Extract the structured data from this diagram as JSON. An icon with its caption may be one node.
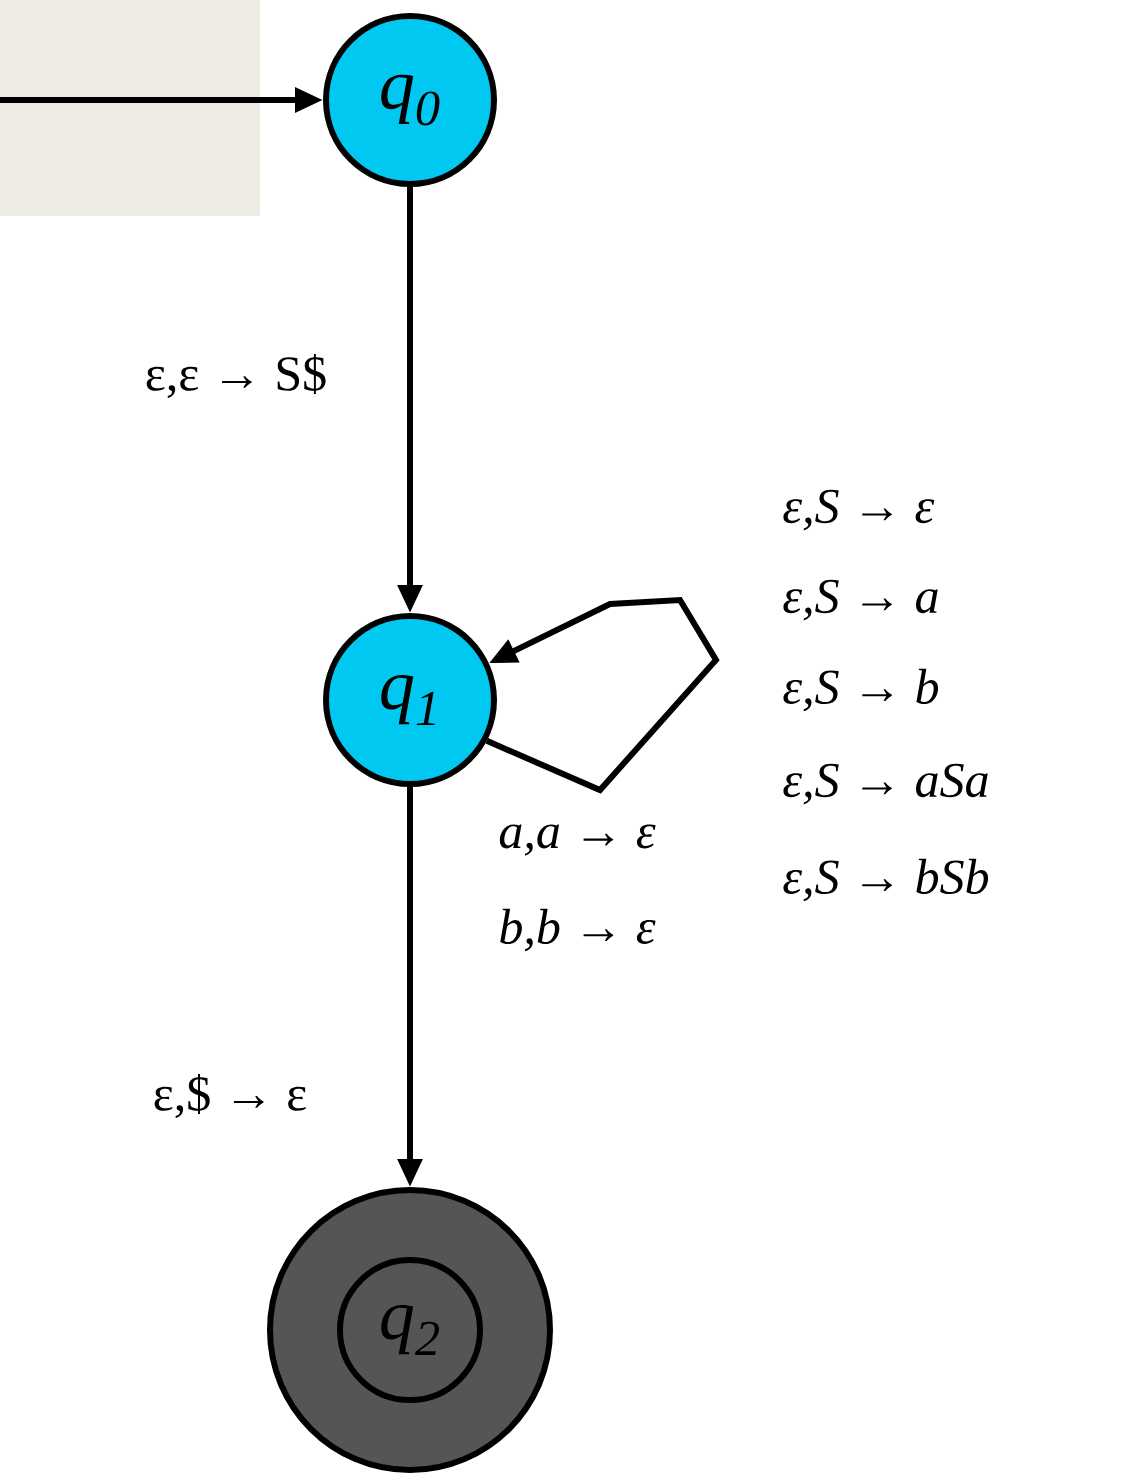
{
  "diagram": {
    "nodes": [
      {
        "text": [
          "q$_{0}$"
        ]
      },
      {
        "text": [
          "q$_{1}$"
        ]
      },
      {
        "text": [
          "q$_{2}$"
        ]
      }
    ],
    "edges": [
      {
        "from": null,
        "to": 0,
        "arrow": "to"
      },
      {
        "from": 0,
        "to": 1,
        "arrow": "to",
        "label": "ε,ε → S$"
      },
      {
        "from": 1,
        "to": 1,
        "arrow": "to"
      },
      {
        "from": 1,
        "to": 2,
        "arrow": "to",
        "label": "ε,$ → ε"
      }
    ],
    "labels": [
      "ε,S → ε",
      "ε,S → a",
      "ε,S → b",
      "ε,S → aSa",
      "a,a → ε",
      "ε,S → bSb",
      "b,b → ε"
    ]
  }
}
